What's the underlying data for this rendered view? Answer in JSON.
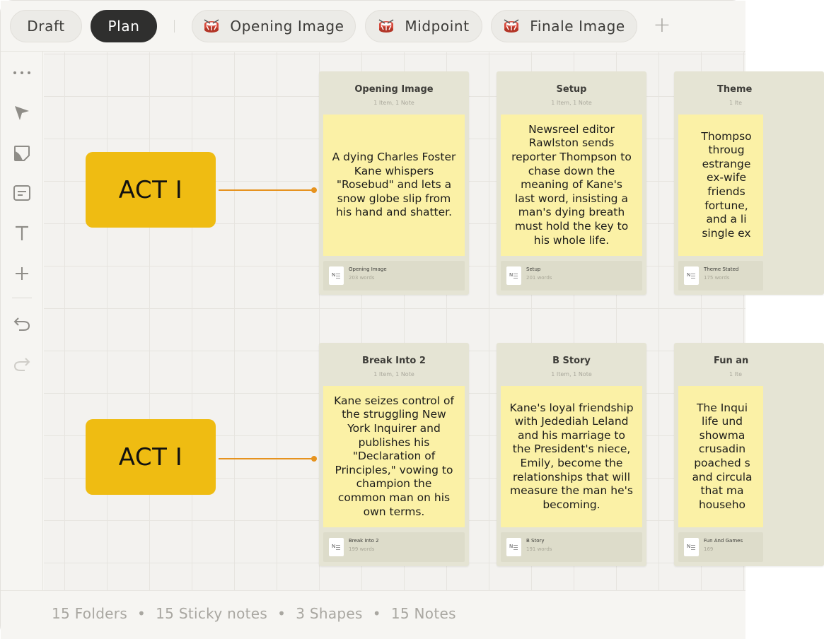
{
  "tabs": {
    "draft": "Draft",
    "plan": "Plan",
    "beats": [
      "Opening Image",
      "Midpoint",
      "Finale Image"
    ]
  },
  "toolbar": {
    "icons": [
      "more-dots-icon",
      "pointer-icon",
      "sticky-note-icon",
      "text-block-icon",
      "text-tool-icon",
      "add-icon",
      "undo-icon",
      "redo-icon"
    ]
  },
  "acts": [
    "ACT I",
    "ACT I"
  ],
  "folders": [
    {
      "title": "Opening Image",
      "meta": "1 Item, 1 Note",
      "sticky": "A dying Charles Foster Kane whispers \"Rosebud\" and lets a snow globe slip from his hand and shatter.",
      "note_title": "Opening Image",
      "note_words": "203 words"
    },
    {
      "title": "Setup",
      "meta": "1 Item, 1 Note",
      "sticky": "Newsreel editor Rawlston sends reporter Thompson to chase down the meaning of Kane's last word, insisting a man's dying breath must hold the key to his whole life.",
      "note_title": "Setup",
      "note_words": "201 words"
    },
    {
      "title": "Theme",
      "meta": "1 Ite",
      "sticky": "Thompso throug estrange ex-wife friends fortune, and a li single ex",
      "note_title": "Theme Stated",
      "note_words": "175 words"
    },
    {
      "title": "Break Into 2",
      "meta": "1 Item, 1 Note",
      "sticky": "Kane seizes control of the struggling New York Inquirer and publishes his \"Declaration of Principles,\" vowing to champion the common man on his own terms.",
      "note_title": "Break Into 2",
      "note_words": "199 words"
    },
    {
      "title": "B Story",
      "meta": "1 Item, 1 Note",
      "sticky": "Kane's loyal friendship with Jedediah Leland and his marriage to the President's niece, Emily, become the relationships that will measure the man he's becoming.",
      "note_title": "B Story",
      "note_words": "191 words"
    },
    {
      "title": "Fun an",
      "meta": "1 Ite",
      "sticky": "The Inqui life und showma crusadin poached s and circula that ma househo",
      "note_title": "Fun And Games",
      "note_words": "169"
    }
  ],
  "status": {
    "folders": "15 Folders",
    "stickies": "15 Sticky notes",
    "shapes": "3 Shapes",
    "notes": "15 Notes",
    "separator": "•"
  },
  "colors": {
    "act": "#efbc12",
    "connector": "#e6931f",
    "sticky": "#fbf1a6",
    "folder": "#e5e4d4",
    "active_tab": "#2f2f2e",
    "drum": "#d64a3c"
  }
}
